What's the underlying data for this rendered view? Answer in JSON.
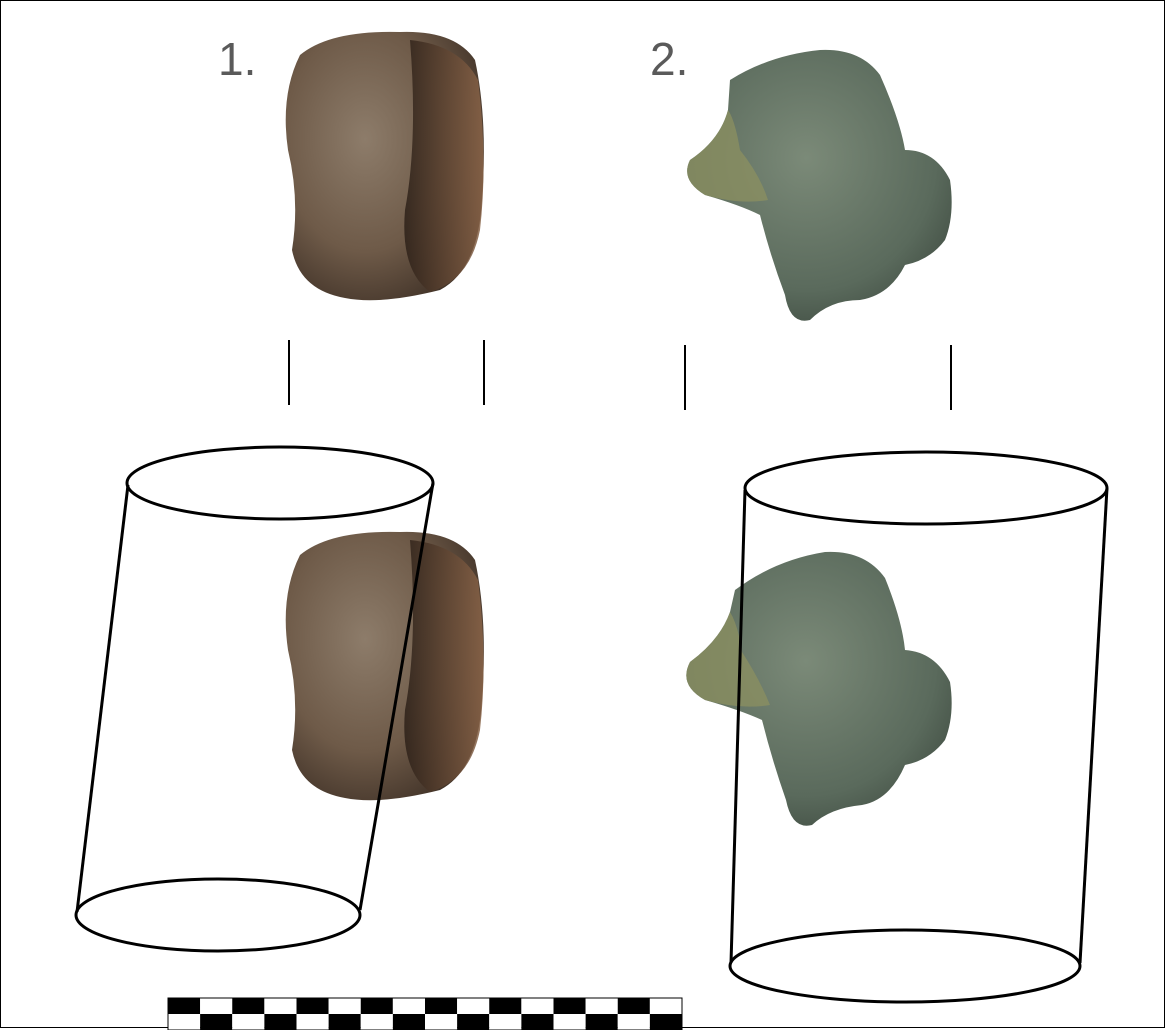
{
  "labels": {
    "specimen_1": "1.",
    "specimen_2": "2."
  },
  "colors": {
    "outline": "#000000",
    "label": "#5a5a5a",
    "specimen_1_fill": "#7a6550",
    "specimen_2_fill": "#5f7060"
  },
  "scale_bar": {
    "segments": 16
  }
}
